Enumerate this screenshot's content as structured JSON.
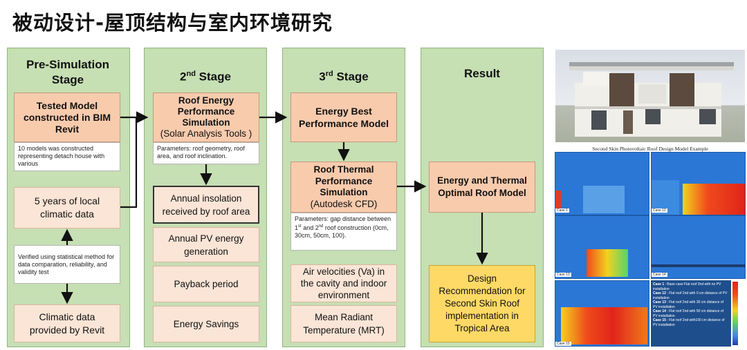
{
  "title": "被动设计-屋顶结构与室内环境研究",
  "stages": {
    "pre": {
      "title": "Pre-Simulation Stage",
      "tested_model": {
        "line1": "Tested Model",
        "line2": "constructed in BIM",
        "line3": "Revit"
      },
      "tested_note": "10 models was constructed representing detach house with various",
      "climatic_local": {
        "line1": "5 years of local",
        "line2": "climatic data"
      },
      "verified_note": "Verified using statistical method for data comparation, reliability, and validity test",
      "climatic_revit": {
        "line1": "Climatic data",
        "line2": "provided by Revit"
      }
    },
    "second": {
      "title_num": "2",
      "title_sup": "nd",
      "title_rest": " Stage",
      "roof_energy": {
        "line1": "Roof Energy",
        "line2": "Performance",
        "line3": "Simulation",
        "line4": "(Solar Analysis Tools )"
      },
      "roof_note": "Parameters: roof geometry, roof area, and roof inclination.",
      "annual_insolation": {
        "line1": "Annual insolation",
        "line2": "received by roof area"
      },
      "annual_pv": {
        "line1": "Annual PV energy",
        "line2": "generation"
      },
      "payback": "Payback period",
      "energy_savings": "Energy Savings"
    },
    "third": {
      "title_num": "3",
      "title_sup": "rd",
      "title_rest": " Stage",
      "energy_best": {
        "line1": "Energy Best",
        "line2": "Performance Model"
      },
      "roof_thermal": {
        "line1": "Roof Thermal",
        "line2": "Performance",
        "line3": "Simulation",
        "line4": "(Autodesk CFD)"
      },
      "thermal_note": {
        "p1": "Parameters: gap distance between 1",
        "sup1": "st",
        "p2": " and 2",
        "sup2": "nd",
        "p3": " roof construction (0cm, 30cm, 50cm, 100)."
      },
      "air_velocities": {
        "line1": "Air velocities (Va) in",
        "line2": "the cavity and indoor",
        "line3": "environment"
      },
      "mrt": {
        "line1": "Mean Radiant",
        "line2": "Temperature (MRT)"
      }
    },
    "result": {
      "title": "Result",
      "optimal": {
        "line1": "Energy and Thermal",
        "line2": "Optimal Roof Model"
      },
      "design": {
        "line1": "Design",
        "line2": "Recommendation for",
        "line3": "Second Skin Roof",
        "line4": "implementation in",
        "line5": "Tropical Area"
      }
    }
  },
  "cfd_panel": {
    "title": "Second Skin Photovoltaic Roof Design Model Example",
    "labels": [
      "Case 1",
      "Case 12",
      "Case 13",
      "Case 14",
      "Case 15"
    ],
    "legend": [
      {
        "case": "Case 1",
        "text": ": Base case Flat roof 2nd with no PV installation"
      },
      {
        "case": "Case 12",
        "text": ": Flat roof 2nd with 0 cm distance of PV installation"
      },
      {
        "case": "Case 13",
        "text": ": Flat roof 2nd with 30 cm distance of PV installation"
      },
      {
        "case": "Case 14",
        "text": ": Flat roof 2nd with 50 cm distance of PV installation"
      },
      {
        "case": "Case 15",
        "text": ": Flat roof 2nd with100 cm distance of PV installation"
      }
    ]
  },
  "colors": {
    "column_bg": "#c6dfb3",
    "orange_box": "#f8cbad",
    "peach_box": "#fbe5d6",
    "yellow_box": "#ffd965",
    "sim_blue": "#2b77d6"
  },
  "icons": {
    "arrow": "arrow-icon"
  }
}
